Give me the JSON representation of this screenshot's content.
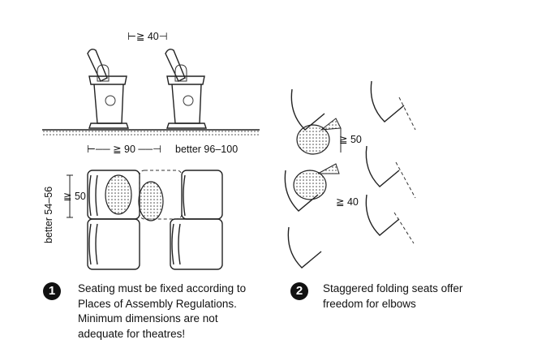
{
  "figure1": {
    "number": "1",
    "dim_top": "⊢≧ 40⊣",
    "dim_width": "⊢── ≧ 90 ──⊣",
    "dim_width_better": "better 96–100",
    "dim_row": "≧ 50",
    "dim_row_better": "better 54–56",
    "caption": [
      "Seating must be fixed according to",
      "Places of Assembly Regulations.",
      "Minimum dimensions are not",
      "adequate for theatres!"
    ]
  },
  "figure2": {
    "number": "2",
    "dim_row": "≧ 50",
    "dim_elbow": "≧ 40",
    "caption": [
      "Staggered folding seats offer",
      "freedom for elbows"
    ]
  }
}
